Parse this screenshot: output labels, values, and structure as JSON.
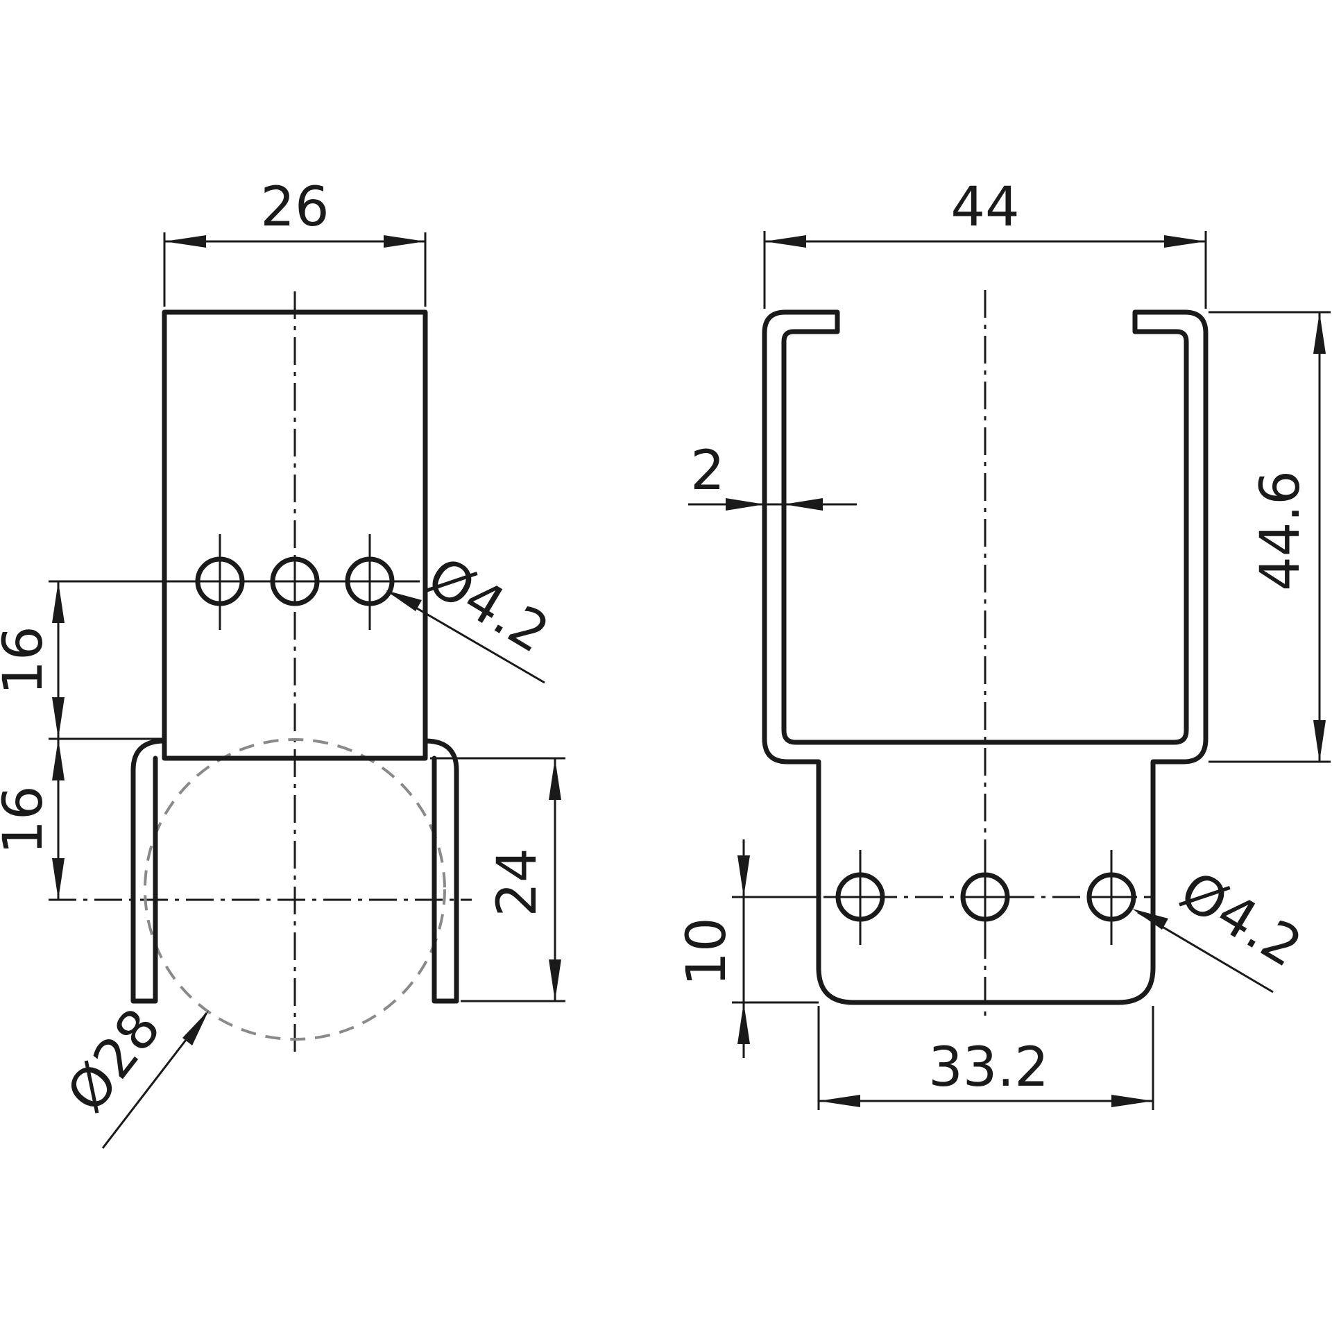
{
  "left_view": {
    "dim_width": "26",
    "dim_upper_spacing": "16",
    "dim_lower_spacing": "16",
    "dim_hole_diameter": "Ø4.2",
    "dim_leg_height": "24",
    "dim_tube_diameter": "Ø28"
  },
  "right_view": {
    "dim_width": "44",
    "dim_height": "44.6",
    "dim_thickness": "2",
    "dim_hole_offset": "10",
    "dim_hole_diameter": "Ø4.2",
    "dim_tab_width": "33.2"
  }
}
